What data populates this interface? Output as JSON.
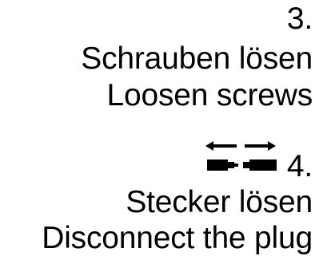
{
  "steps": [
    {
      "number": "3.",
      "text_de": "Schrauben lösen",
      "text_en": "Loosen screws"
    },
    {
      "number": "4.",
      "text_de": "Stecker lösen",
      "text_en": "Disconnect the plug",
      "icon": "plug-disconnect-icon"
    }
  ]
}
